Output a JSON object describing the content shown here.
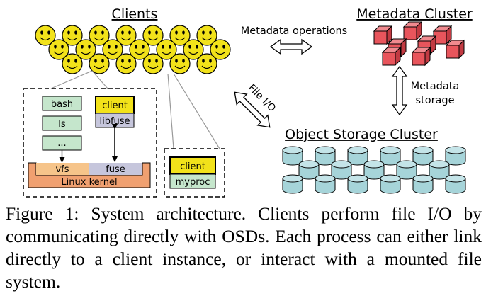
{
  "diagram": {
    "clients_title": "Clients",
    "metadata_title": "Metadata Cluster",
    "osd_title": "Object Storage Cluster",
    "metadata_ops": "Metadata operations",
    "file_io": "File I/O",
    "metadata_storage_1": "Metadata",
    "metadata_storage_2": "storage",
    "host1": {
      "bash": "bash",
      "ls": "ls",
      "dots": "...",
      "client": "client",
      "libfuse": "libfuse",
      "vfs": "vfs",
      "fuse": "fuse",
      "kernel": "Linux kernel"
    },
    "host2": {
      "client": "client",
      "myproc": "myproc"
    }
  },
  "caption": "Figure 1: System architecture. Clients perform file I/O by communicating directly with OSDs. Each process can either link directly to a client instance, or interact with a mounted file system.",
  "colors": {
    "smiley": "#f2e21a",
    "metadata_cube": "#e8555c",
    "osd_cylinder": "#a6d4d9",
    "process_box": "#c5e6cc",
    "client_box": "#f2e21a",
    "libfuse_box": "#c6c6dc",
    "kernel": "#f0a070",
    "vfs": "#f6c48a",
    "fuse": "#c6c6dc"
  }
}
